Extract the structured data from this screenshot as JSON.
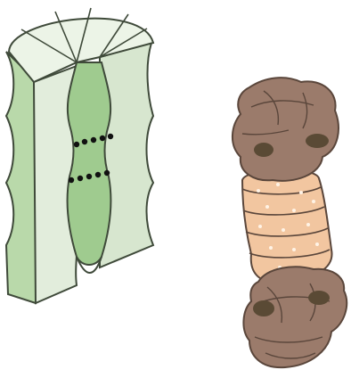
{
  "figure": {
    "panels": [
      {
        "id": "left",
        "kind": "cutaway-channel-block",
        "colors": {
          "face": "#d7e6cf",
          "top": "#ecf4e7",
          "channel": "#9fcb8f",
          "side": "#b9d9aa",
          "outline": "#3f4a3a",
          "dots": "#111111"
        },
        "rows_of_dots": 2,
        "dots_per_row": 5,
        "top_sectors": 6
      },
      {
        "id": "right",
        "kind": "assembled-molecule",
        "colors": {
          "cap": "#9b7b6b",
          "cap_shadow": "#7e6253",
          "cap_dark": "#5a4a35",
          "core": "#f2c6a0",
          "core_dots": "#fff3e6",
          "outline": "#5a463b"
        },
        "core_rings": 5
      }
    ]
  }
}
